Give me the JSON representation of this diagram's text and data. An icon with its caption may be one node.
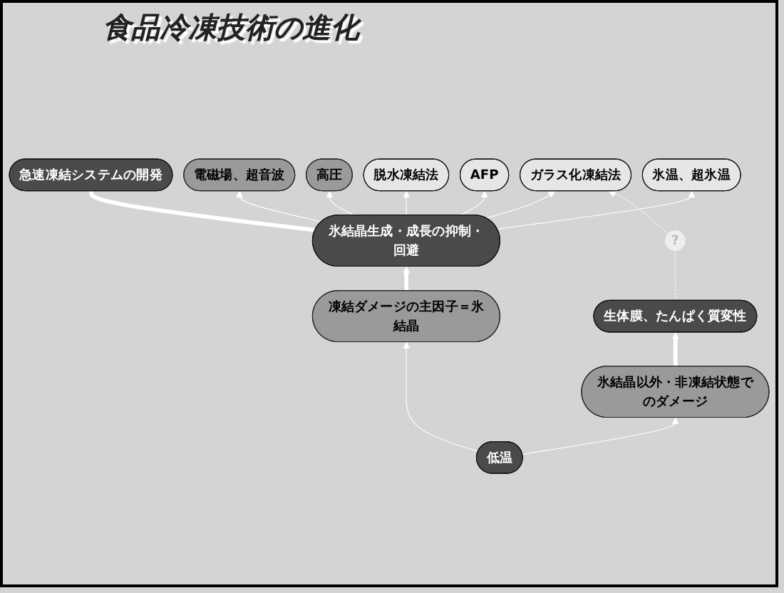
{
  "diagram": {
    "title": "食品冷凍技術の進化",
    "nodes": [
      {
        "text": [
          "電磁場、超音波"
        ]
      },
      {
        "text": [
          "高圧"
        ]
      },
      {
        "text": [
          "ガラス化凍結法"
        ]
      },
      {
        "text": [
          "AFP"
        ]
      },
      {
        "text": [
          "脱水凍結法"
        ]
      },
      {
        "text": [
          "氷温、超氷温"
        ]
      },
      {
        "text": [
          "急速凍結システムの開発"
        ]
      },
      {
        "text": [
          "?"
        ]
      },
      {
        "text": [
          "氷結晶生成・成長の抑制・回避"
        ]
      },
      {
        "text": [
          "生体膜、たんぱく質変性"
        ]
      },
      {
        "text": [
          "凍結ダメージの主因子＝氷結晶"
        ]
      },
      {
        "text": [
          "氷結晶以外・非凍結状態でのダメージ"
        ]
      },
      {
        "text": [
          "低温"
        ]
      }
    ],
    "edges": [
      {
        "from": 12,
        "to": 10,
        "arrow": "to"
      },
      {
        "from": 12,
        "to": 11,
        "arrow": "to"
      },
      {
        "from": 10,
        "to": 8,
        "arrow": "to",
        "style": "thick"
      },
      {
        "from": 11,
        "to": 9,
        "arrow": "to",
        "style": "thick"
      },
      {
        "from": 8,
        "to": 6,
        "arrow": "none",
        "style": "thick"
      },
      {
        "from": 8,
        "to": 0,
        "arrow": "to"
      },
      {
        "from": 8,
        "to": 1,
        "arrow": "to"
      },
      {
        "from": 8,
        "to": 4,
        "arrow": "to"
      },
      {
        "from": 8,
        "to": 3,
        "arrow": "to"
      },
      {
        "from": 8,
        "to": 2,
        "arrow": "to"
      },
      {
        "from": 8,
        "to": 5,
        "arrow": "to"
      },
      {
        "from": 9,
        "to": 7,
        "arrow": "none",
        "style": "dashed"
      },
      {
        "from": 7,
        "to": 2,
        "arrow": "to",
        "style": "dashed"
      }
    ]
  }
}
